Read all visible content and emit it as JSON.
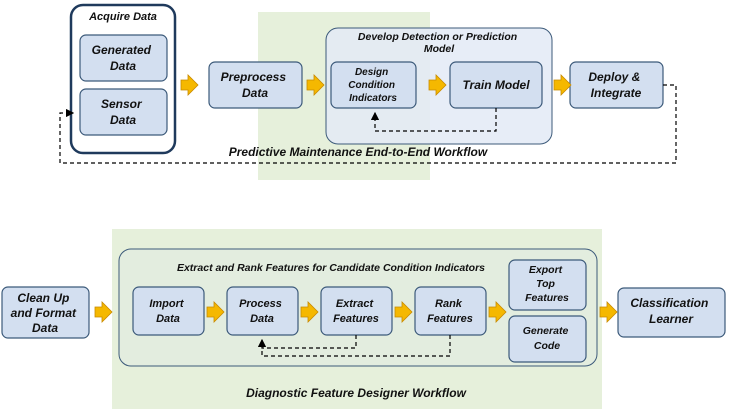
{
  "top": {
    "caption": "Predictive Maintenance End-to-End Workflow",
    "acquire": {
      "title": "Acquire Data",
      "generated": [
        "Generated",
        "Data"
      ],
      "sensor": [
        "Sensor",
        "Data"
      ]
    },
    "preprocess": [
      "Preprocess",
      "Data"
    ],
    "develop": {
      "title": [
        "Develop Detection or Prediction",
        "Model"
      ],
      "design": [
        "Design",
        "Condition",
        "Indicators"
      ],
      "train": [
        "Train Model"
      ]
    },
    "deploy": [
      "Deploy &",
      "Integrate"
    ]
  },
  "bottom": {
    "caption": "Diagnostic Feature Designer Workflow",
    "cleanup": [
      "Clean Up",
      "and Format",
      "Data"
    ],
    "group_title": "Extract and Rank Features for Candidate Condition Indicators",
    "import": [
      "Import",
      "Data"
    ],
    "process": [
      "Process",
      "Data"
    ],
    "extract": [
      "Extract",
      "Features"
    ],
    "rank": [
      "Rank",
      "Features"
    ],
    "export": [
      "Export",
      "Top",
      "Features"
    ],
    "generate": [
      "Generate",
      "Code"
    ],
    "classification": [
      "Classification",
      "Learner"
    ]
  },
  "colors": {
    "box_fill": "#d3dff0",
    "box_stroke": "#3c5a7a",
    "arrow_fill": "#f5b800",
    "arrow_stroke": "#c98a00",
    "panel_green": "#e6f0db",
    "panel_blue": "#e3eaf6"
  }
}
